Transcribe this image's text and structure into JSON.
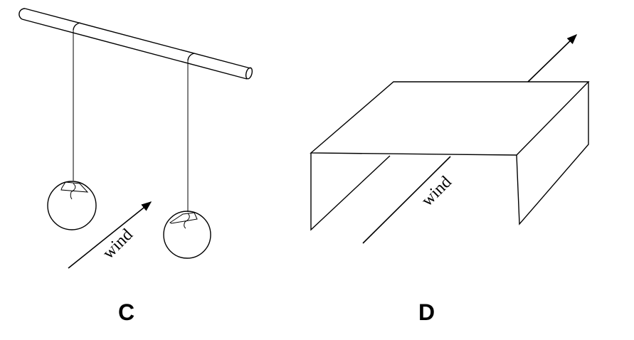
{
  "panels": [
    {
      "label": "C",
      "wind_label": "wind"
    },
    {
      "label": "D",
      "wind_label": "wind"
    }
  ]
}
